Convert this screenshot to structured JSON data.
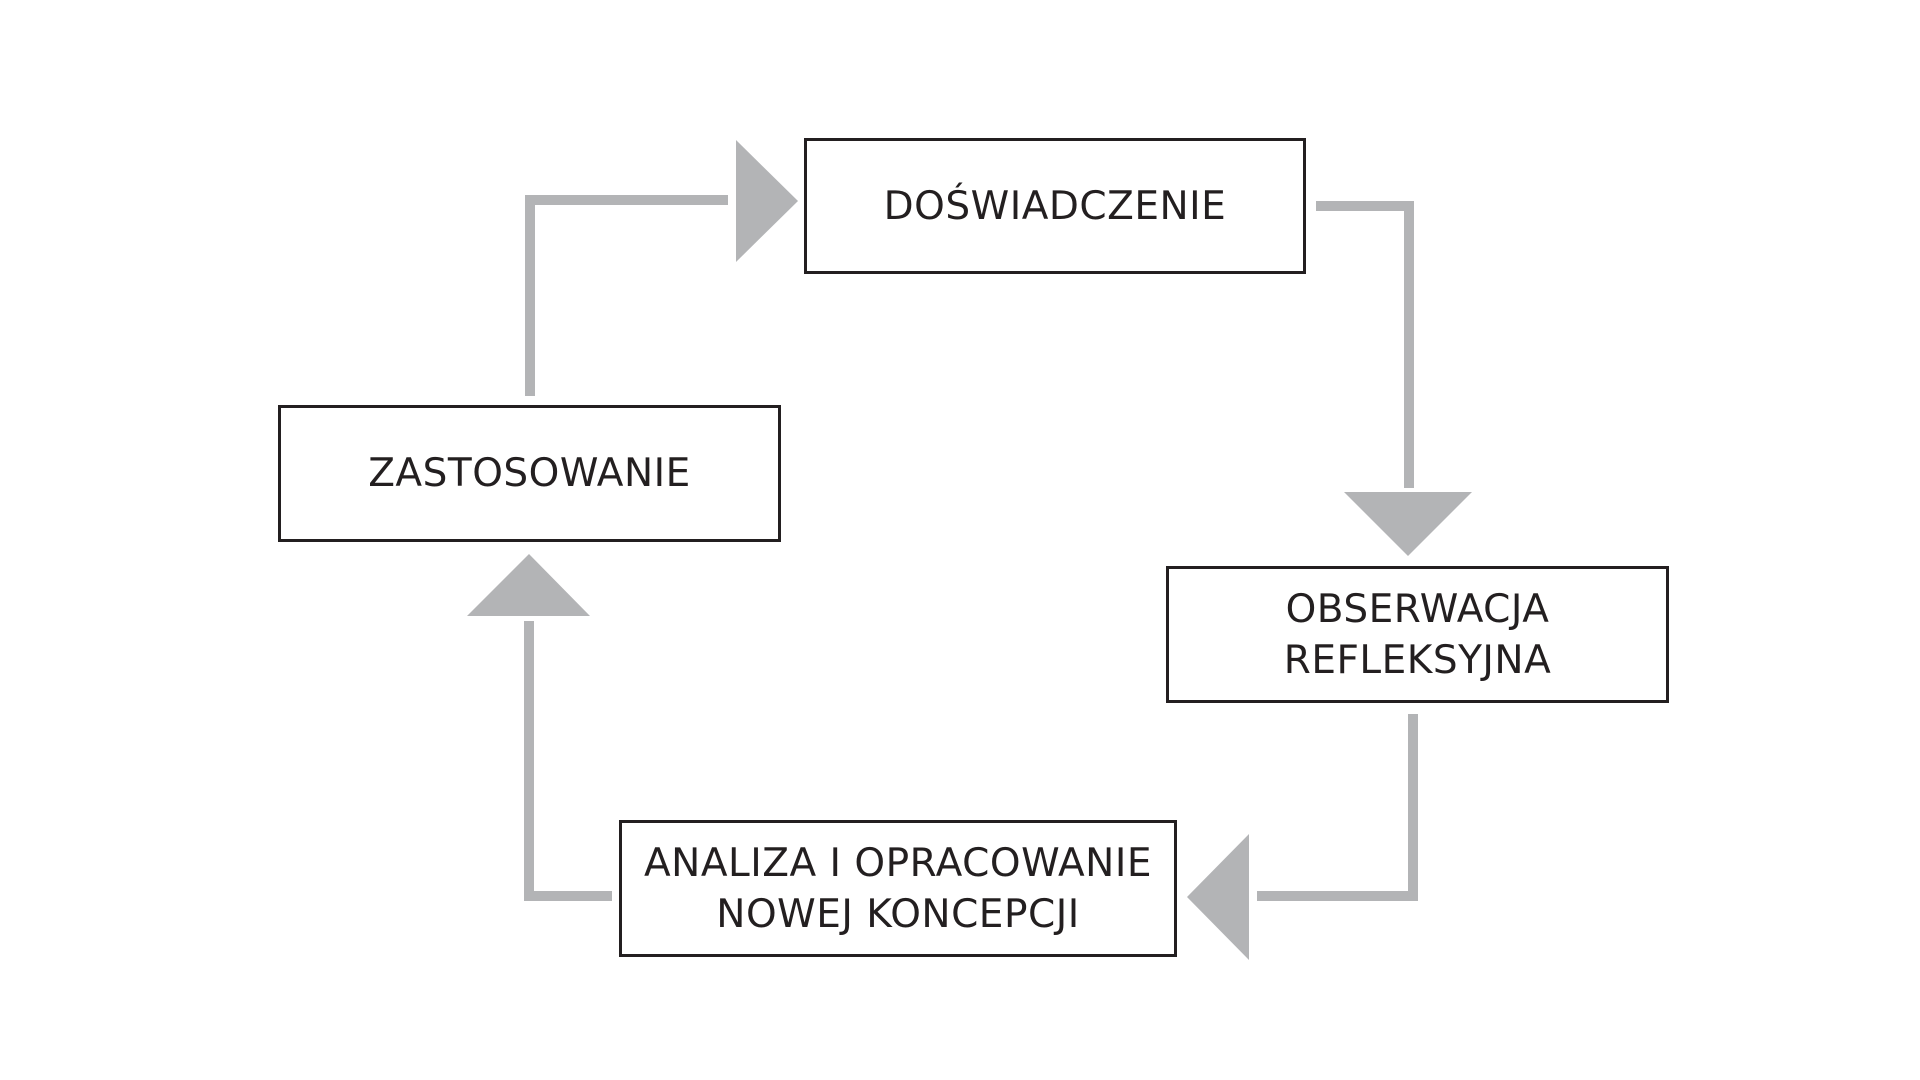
{
  "colors": {
    "connector": "#b3b4b6",
    "box_border": "#231f20",
    "text": "#231f20",
    "background": "#ffffff"
  },
  "stages": {
    "doswiadczenie": {
      "line1": "DOŚWIADCZENIE"
    },
    "obserwacja": {
      "line1": "OBSERWACJA",
      "line2": "REFLEKSYJNA"
    },
    "analiza": {
      "line1": "ANALIZA I OPRACOWANIE",
      "line2": "NOWEJ KONCEPCJI"
    },
    "zastosowanie": {
      "line1": "ZASTOSOWANIE"
    }
  },
  "flow": [
    {
      "from": "doswiadczenie",
      "to": "obserwacja"
    },
    {
      "from": "obserwacja",
      "to": "analiza"
    },
    {
      "from": "analiza",
      "to": "zastosowanie"
    },
    {
      "from": "zastosowanie",
      "to": "doswiadczenie"
    }
  ]
}
